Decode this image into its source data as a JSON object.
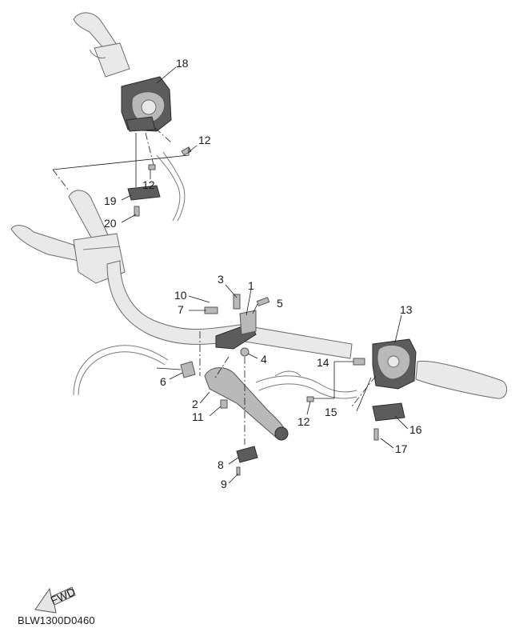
{
  "callouts": [
    {
      "id": "18",
      "text": "18"
    },
    {
      "id": "12a",
      "text": "12"
    },
    {
      "id": "12b",
      "text": "12"
    },
    {
      "id": "19",
      "text": "19"
    },
    {
      "id": "20",
      "text": "20"
    },
    {
      "id": "3",
      "text": "3"
    },
    {
      "id": "1",
      "text": "1"
    },
    {
      "id": "10",
      "text": "10"
    },
    {
      "id": "7",
      "text": "7"
    },
    {
      "id": "5",
      "text": "5"
    },
    {
      "id": "4",
      "text": "4"
    },
    {
      "id": "6",
      "text": "6"
    },
    {
      "id": "2",
      "text": "2"
    },
    {
      "id": "11",
      "text": "11"
    },
    {
      "id": "8",
      "text": "8"
    },
    {
      "id": "9",
      "text": "9"
    },
    {
      "id": "13",
      "text": "13"
    },
    {
      "id": "14",
      "text": "14"
    },
    {
      "id": "12c",
      "text": "12"
    },
    {
      "id": "15",
      "text": "15"
    },
    {
      "id": "16",
      "text": "16"
    },
    {
      "id": "17",
      "text": "17"
    }
  ],
  "fwd_label": "FWD",
  "diagram_code": "BLW1300D0460"
}
